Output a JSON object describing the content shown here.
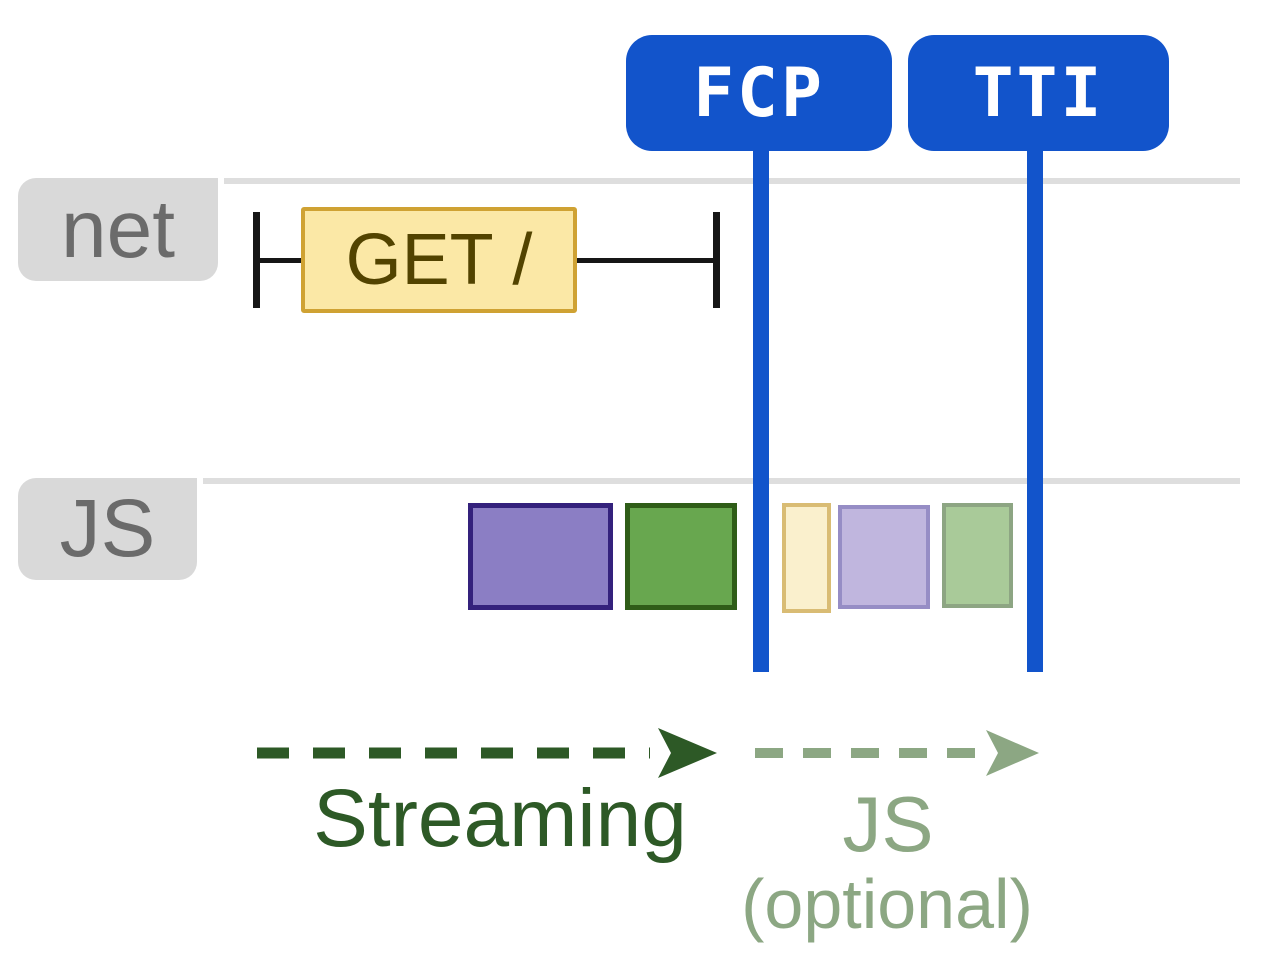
{
  "badges": [
    {
      "label": "FCP"
    },
    {
      "label": "TTI"
    }
  ],
  "rows": [
    {
      "label": "net"
    },
    {
      "label": "JS"
    }
  ],
  "net_request": {
    "label": "GET /"
  },
  "js_tasks": [
    {
      "name": "solid-purple-task"
    },
    {
      "name": "solid-green-task"
    },
    {
      "name": "faded-yellow-task"
    },
    {
      "name": "faded-purple-task"
    },
    {
      "name": "faded-green-task"
    }
  ],
  "legend": {
    "streaming_label": "Streaming",
    "js_optional_line1": "JS",
    "js_optional_line2": "(optional)"
  },
  "palette": {
    "badge_blue": "#1254cb",
    "track_gray": "#dedede",
    "tab_gray": "#d9d9d9",
    "tab_text_gray": "#6b6b6b",
    "request_fill": "#fbe8a6",
    "request_border": "#cfa233",
    "request_text": "#524300",
    "ibeam_black": "#161616",
    "js_purple_fill": "#8b7ec4",
    "js_purple_border": "#34217c",
    "js_green_fill": "#68a74f",
    "js_green_border": "#2f5d18",
    "js_yellow_faded_fill": "#faf0cd",
    "js_yellow_faded_border": "#d9bc74",
    "js_purple_faded_fill": "#c0b6de",
    "js_purple_faded_border": "#968dc5",
    "js_green_faded_fill": "#a9ca99",
    "js_green_faded_border": "#8da583",
    "streaming_green": "#2d5926",
    "optional_sage": "#8ca783"
  }
}
